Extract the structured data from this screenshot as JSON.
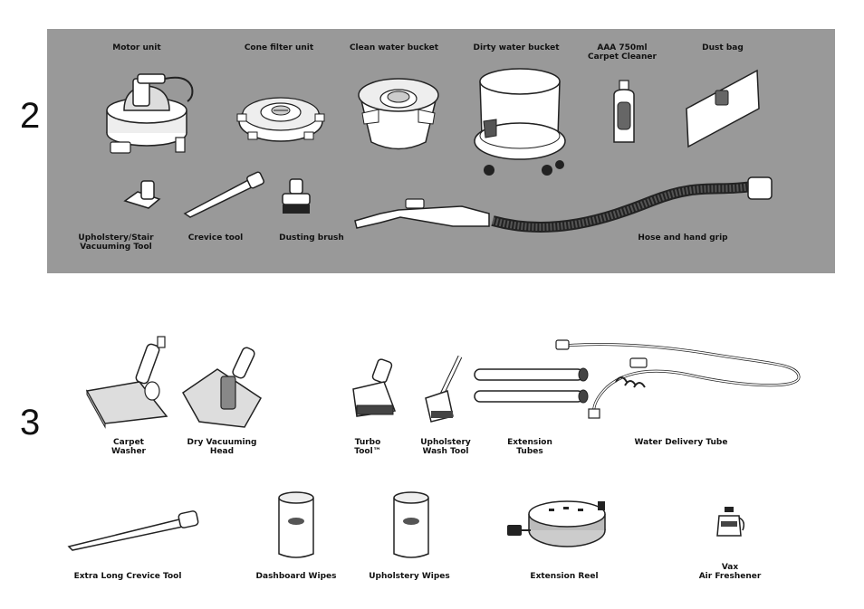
{
  "section2": {
    "number": "2",
    "items": {
      "motor_unit": "Motor unit",
      "cone_filter": "Cone filter unit",
      "clean_bucket": "Clean water bucket",
      "dirty_bucket": "Dirty water bucket",
      "carpet_cleaner": "AAA 750ml\nCarpet Cleaner",
      "dust_bag": "Dust bag",
      "upholstery_stair": "Upholstery/Stair\nVacuuming Tool",
      "crevice_tool": "Crevice tool",
      "dusting_brush": "Dusting brush",
      "hose": "Hose and hand grip"
    }
  },
  "section3": {
    "number": "3",
    "items": {
      "carpet_washer": "Carpet\nWasher",
      "dry_head": "Dry Vacuuming\nHead",
      "turbo_tool": "Turbo\nTool™",
      "upholstery_wash": "Upholstery\nWash Tool",
      "extension_tubes": "Extension\nTubes",
      "water_tube": "Water Delivery Tube",
      "long_crevice": "Extra Long Crevice Tool",
      "dashboard_wipes": "Dashboard Wipes",
      "upholstery_wipes": "Upholstery Wipes",
      "extension_reel": "Extension Reel",
      "air_freshener": "Vax\nAir Freshener"
    }
  },
  "colors": {
    "panel": "#999999",
    "line": "#222222",
    "fill": "#ffffff"
  }
}
